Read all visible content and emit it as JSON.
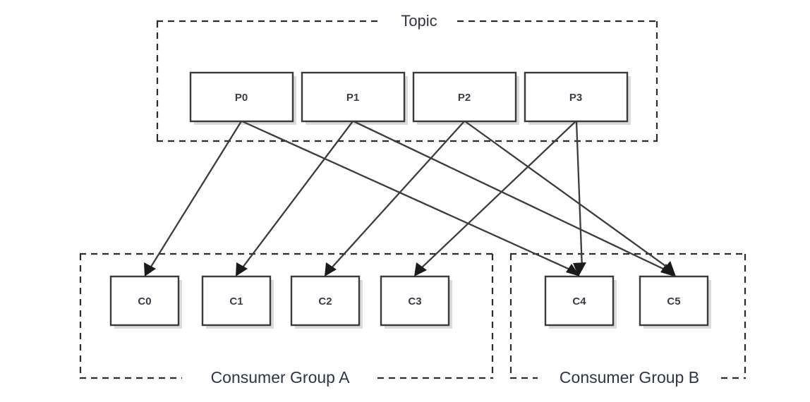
{
  "diagram": {
    "title": "Topic",
    "type": "kafka-topic-consumer-group-diagram",
    "colors": {
      "background": "#ffffff",
      "box_stroke": "#3a3a3a",
      "box_fill": "#ffffff",
      "dashed_stroke": "#2b2b2b",
      "arrow_stroke": "#3c3c3c",
      "text": "#2f3542",
      "shadow": "#bdbdbd"
    }
  },
  "topic": {
    "label": "Topic",
    "partitions": [
      {
        "id": "P0",
        "label": "P0"
      },
      {
        "id": "P1",
        "label": "P1"
      },
      {
        "id": "P2",
        "label": "P2"
      },
      {
        "id": "P3",
        "label": "P3"
      }
    ]
  },
  "groups": [
    {
      "id": "group-a",
      "label": "Consumer Group A",
      "consumers": [
        {
          "id": "C0",
          "label": "C0"
        },
        {
          "id": "C1",
          "label": "C1"
        },
        {
          "id": "C2",
          "label": "C2"
        },
        {
          "id": "C3",
          "label": "C3"
        }
      ]
    },
    {
      "id": "group-b",
      "label": "Consumer Group B",
      "consumers": [
        {
          "id": "C4",
          "label": "C4"
        },
        {
          "id": "C5",
          "label": "C5"
        }
      ]
    }
  ],
  "connections": [
    {
      "from": "P0",
      "to": "C0"
    },
    {
      "from": "P0",
      "to": "C4"
    },
    {
      "from": "P1",
      "to": "C1"
    },
    {
      "from": "P1",
      "to": "C5"
    },
    {
      "from": "P2",
      "to": "C2"
    },
    {
      "from": "P2",
      "to": "C5"
    },
    {
      "from": "P3",
      "to": "C3"
    },
    {
      "from": "P3",
      "to": "C4"
    }
  ]
}
